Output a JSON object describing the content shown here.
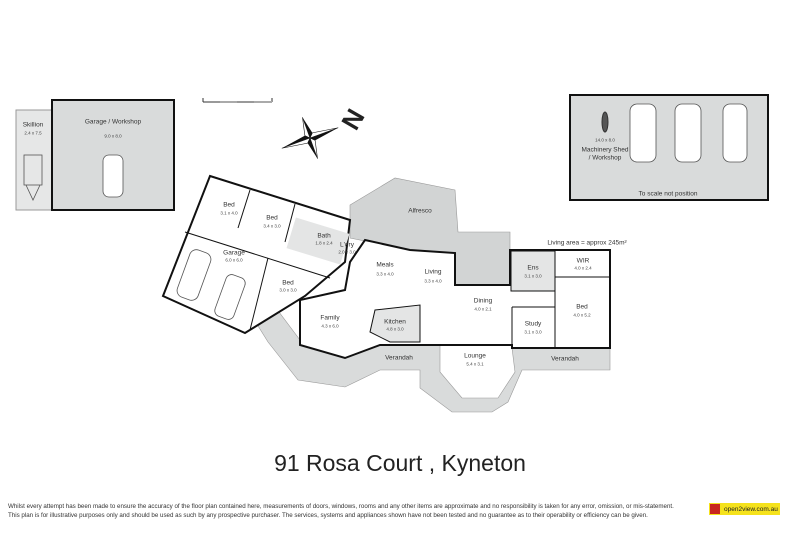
{
  "title": "91 Rosa Court , Kyneton",
  "living_area": "Living area = approx 245m²",
  "scale_note": "To scale not position",
  "compass_label": "N",
  "outbuildings": [
    {
      "name": "Skillion",
      "dims": "2.4 x 7.5"
    },
    {
      "name": "Garage / Workshop",
      "dims": "9.0 x 8.0"
    },
    {
      "name_line1": "Machinery Shed",
      "name_line2": "/ Workshop",
      "dims": "14.0 x 8.0"
    }
  ],
  "rooms": [
    {
      "name": "Bed",
      "dims": "3.1 x 4.0"
    },
    {
      "name": "Bed",
      "dims": "3.4 x 3.0"
    },
    {
      "name": "Bath",
      "dims": "1.8 x 2.4"
    },
    {
      "name": "L'dry",
      "dims": "2.0 x 3.0"
    },
    {
      "name": "Garage",
      "dims": "6.0 x 6.0"
    },
    {
      "name": "Bed",
      "dims": "3.0 x 3.0"
    },
    {
      "name": "Family",
      "dims": "4.3 x 6.0"
    },
    {
      "name": "Meals",
      "dims": "3.3 x 4.0"
    },
    {
      "name": "Living",
      "dims": "3.3 x 4.0"
    },
    {
      "name": "Alfresco"
    },
    {
      "name": "Kitchen",
      "dims": "4.8 x 3.0"
    },
    {
      "name": "Dining",
      "dims": "4.0 x 2.1"
    },
    {
      "name": "Study",
      "dims": "3.1 x 3.0"
    },
    {
      "name": "Lounge",
      "dims": "5.4 x 3.1"
    },
    {
      "name": "Ens",
      "dims": "3.1 x 3.0"
    },
    {
      "name": "WIR",
      "dims": "4.0 x 2.4"
    },
    {
      "name": "Bed",
      "dims": "4.0 x 5.2"
    },
    {
      "name": "Verandah"
    },
    {
      "name": "Verandah"
    }
  ],
  "disclaimer": [
    "Whilst every attempt has been made to ensure the accuracy of the floor plan contained here, measurements of doors, windows, rooms and any other items are approximate and no responsibility is taken for any error, omission, or mis-statement.",
    "This plan is for illustrative purposes only and should be used as such by any prospective purchaser. The services, systems and appliances shown have not been tested and no guarantee as to their operability or efficiency can be given."
  ],
  "logo_text": "open2view.com.au",
  "colors": {
    "shade": "#d9dbdb",
    "wall": "#111111",
    "logo_bg": "#f5e21c",
    "logo_icon": "#c8261e"
  }
}
